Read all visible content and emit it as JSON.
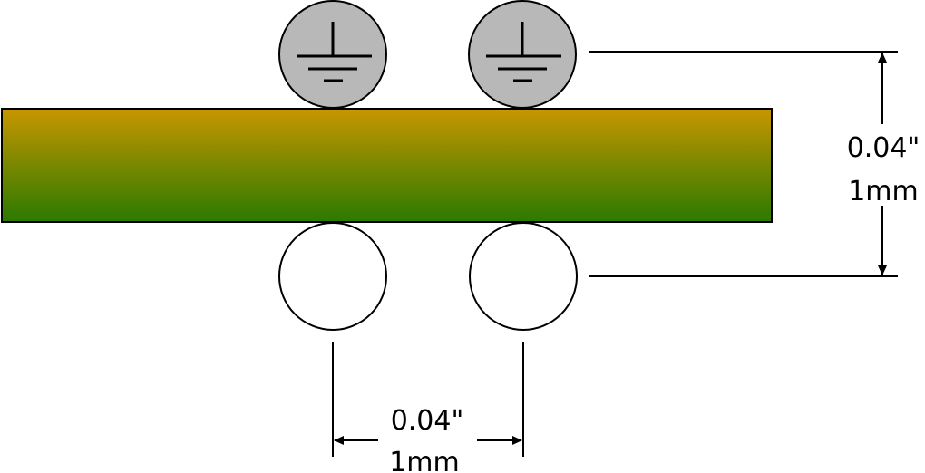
{
  "colors": {
    "board_top": "#c89600",
    "board_bottom": "#2a7a00",
    "ground_pad": "#b8b8b8",
    "outline": "#000000",
    "background": "#ffffff"
  },
  "icons": {
    "top_pads": "ground-icon",
    "bottom_pads": "empty-circle"
  },
  "dimensions": {
    "vertical": {
      "value_in": "0.04\"",
      "value_mm": "1mm"
    },
    "horizontal": {
      "value_in": "0.04\"",
      "value_mm": "1mm"
    }
  }
}
